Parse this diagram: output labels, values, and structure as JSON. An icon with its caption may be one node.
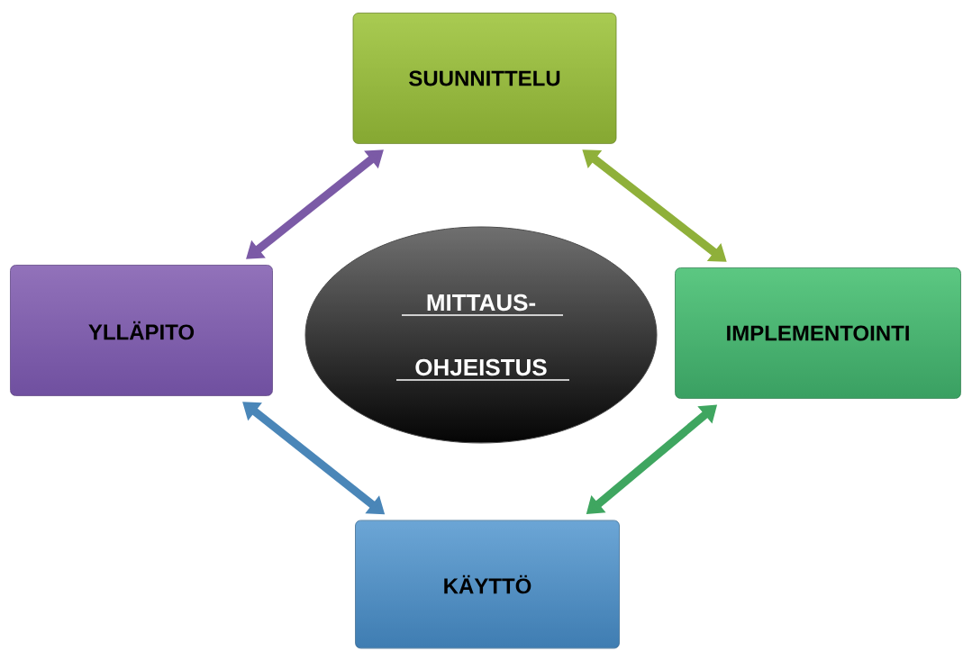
{
  "diagram": {
    "nodes": [
      {
        "text": [
          "SUUNNITTELU"
        ]
      },
      {
        "text": [
          "YLLÄPITO"
        ]
      },
      {
        "text": [
          "MITTAUS- OHJEISTUS"
        ]
      },
      {
        "text": [
          "IMPLEMENTOINTI"
        ]
      },
      {
        "text": [
          "KÄYTTÖ"
        ]
      }
    ],
    "edges": [
      {
        "from": 0,
        "to": 1,
        "arrow": "both",
        "color": "#7b5aa6"
      },
      {
        "from": 0,
        "to": 3,
        "arrow": "both",
        "color": "#8fb03a"
      },
      {
        "from": 1,
        "to": 4,
        "arrow": "both",
        "color": "#4a86b8"
      },
      {
        "from": 3,
        "to": 4,
        "arrow": "both",
        "color": "#3fa660"
      }
    ]
  }
}
